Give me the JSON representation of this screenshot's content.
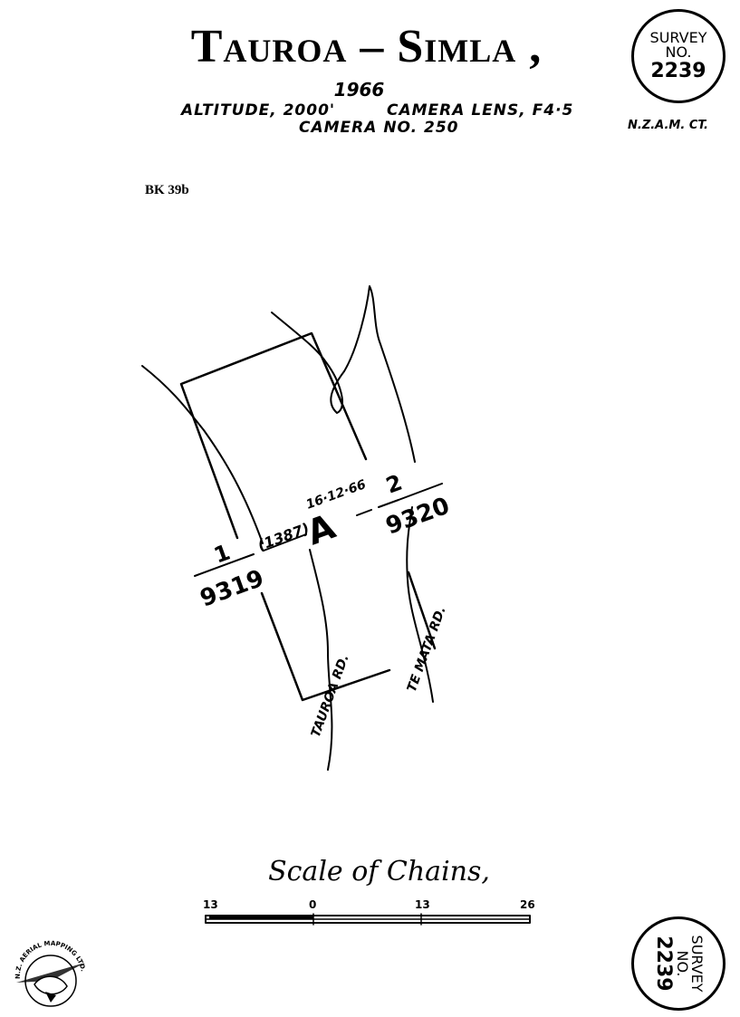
{
  "header": {
    "title": "Tauroa – Simla ,",
    "year": "1966",
    "altitude": "ALTITUDE, 2000'",
    "camera_lens": "CAMERA LENS, F4·5",
    "camera_no": "CAMERA NO. 250",
    "company": "N.Z.A.M. CT.",
    "reference": "BK 39b"
  },
  "survey_stamp": {
    "line1": "SURVEY",
    "line2": "NO.",
    "number": "2239"
  },
  "map": {
    "run_left_number": "1",
    "run_left_photo": "9319",
    "run_right_number": "2",
    "run_right_photo": "9320",
    "bracket_ref": "(1387)",
    "run_letter": "A",
    "date": "16·12·66",
    "road_left": "TAUROA  RD.",
    "road_right": "TE MATA  RD."
  },
  "scale": {
    "title": "Scale of Chains,",
    "ticks": [
      "13",
      "0",
      "13",
      "26"
    ]
  },
  "logo": {
    "text": "N.Z. AERIAL MAPPING LTD."
  }
}
